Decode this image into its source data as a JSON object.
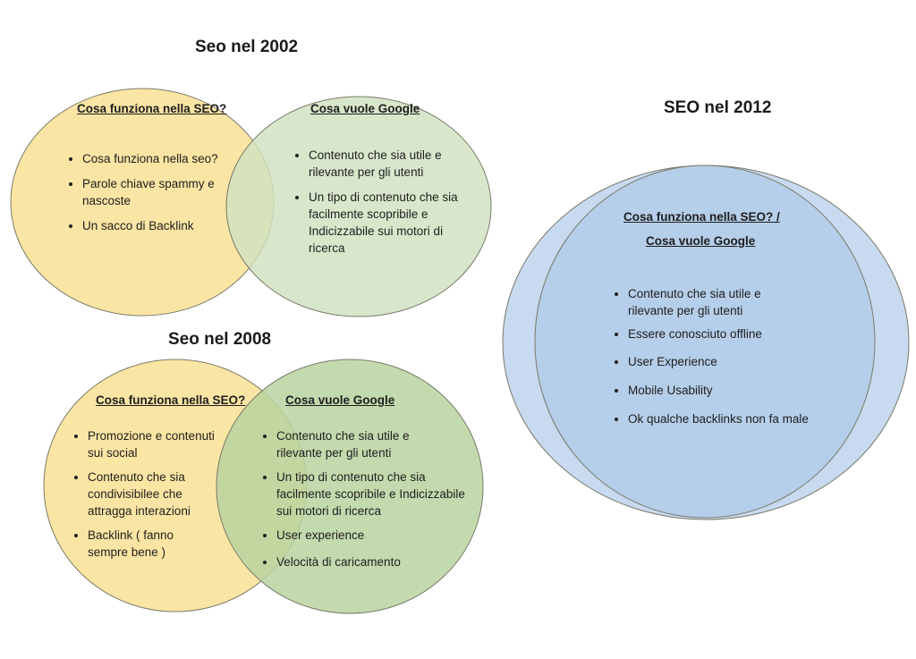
{
  "colors": {
    "yellow_fill": "#fbe5a4",
    "green_fill_light": "#cfe2c0",
    "green_fill_dark": "#b8d3a0",
    "blue_fill_light": "#c7daef",
    "blue_fill_dark": "#b5cee9",
    "circle_stroke": "#7a7a6a"
  },
  "seo2002": {
    "title": "Seo nel 2002",
    "left": {
      "heading": "Cosa funziona nella SEO?",
      "items": [
        "Cosa funziona nella seo?",
        "Parole chiave spammy e nascoste",
        "Un sacco di Backlink"
      ]
    },
    "right": {
      "heading": "Cosa vuole Google",
      "items": [
        "Contenuto che sia utile e rilevante per gli utenti",
        "Un tipo di contenuto che sia facilmente scopribile e Indicizzabile sui motori di ricerca"
      ]
    }
  },
  "seo2008": {
    "title": "Seo nel 2008",
    "left": {
      "heading": "Cosa funziona nella SEO?",
      "items": [
        "Promozione e contenuti sui social",
        "Contenuto che sia condivisibilee che attragga interazioni",
        "Backlink ( fanno sempre bene )"
      ]
    },
    "right": {
      "heading": "Cosa vuole Google",
      "items": [
        "Contenuto che sia utile e rilevante per gli utenti",
        "Un tipo di contenuto che sia facilmente scopribile e Indicizzabile sui motori di ricerca",
        "User experience",
        "Velocità di caricamento"
      ]
    }
  },
  "seo2012": {
    "title": "SEO nel 2012",
    "heading_line1": "Cosa funziona nella SEO? /",
    "heading_line2": "Cosa vuole Google",
    "items": [
      "Contenuto che sia utile e rilevante per gli utenti",
      "Essere conosciuto offline",
      "User Experience",
      "Mobile Usability",
      "Ok qualche backlinks non fa male"
    ]
  }
}
